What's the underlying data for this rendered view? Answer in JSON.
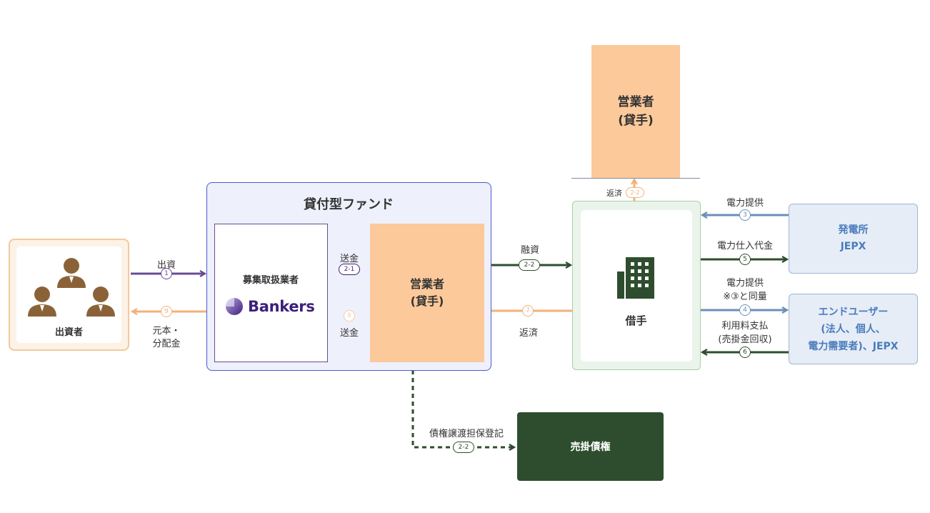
{
  "investors": {
    "label": "出資者"
  },
  "fund": {
    "title": "貸付型ファンド"
  },
  "platform": {
    "label": "募集取扱業者",
    "brand": "Bankers"
  },
  "operator_main": {
    "line1": "営業者",
    "line2": "(貸手)"
  },
  "operator_top": {
    "line1": "営業者",
    "line2": "(貸手)"
  },
  "borrower": {
    "label": "借手"
  },
  "power_plant": {
    "line1": "発電所",
    "line2": "JEPX"
  },
  "end_user": {
    "line1": "エンドユーザー",
    "line2": "(法人、個人、",
    "line3": "電力需要者)、JEPX"
  },
  "receivable": {
    "label": "売掛債権"
  },
  "flows": {
    "invest": {
      "label": "出資",
      "badge": "1"
    },
    "return": {
      "label1": "元本・",
      "label2": "分配金",
      "badge": "9"
    },
    "remit_to_operator": {
      "label": "送金",
      "badge": "2-1"
    },
    "remit_back": {
      "label": "送金",
      "badge": "8"
    },
    "financing": {
      "label": "融資",
      "badge": "2-2"
    },
    "repayment": {
      "label": "返済",
      "badge": "7"
    },
    "repayment_top": {
      "label": "返済",
      "badge": "2-2"
    },
    "power_supply_in": {
      "label": "電力提供",
      "badge": "3"
    },
    "power_purchase": {
      "label": "電力仕入代金",
      "badge": "5"
    },
    "power_supply_out": {
      "label1": "電力提供",
      "label2": "※③と同量",
      "badge": "4"
    },
    "usage_fee": {
      "label1": "利用料支払",
      "label2": "(売掛金回収)",
      "badge": "6"
    },
    "assignment": {
      "label": "債権譲渡担保登記",
      "badge": "2-2"
    }
  },
  "colors": {
    "purple": "#6a4c93",
    "dark_purple": "#3d1f7a",
    "orange": "#f0b27a",
    "green": "#2e4d2e",
    "blue": "#6a8fb8",
    "fund_bg": "#eef0fb",
    "operator_fill": "#fbc99a"
  },
  "icons": {
    "investor": "person-icon",
    "building": "building-icon",
    "brand": "bankers-logo-icon"
  }
}
